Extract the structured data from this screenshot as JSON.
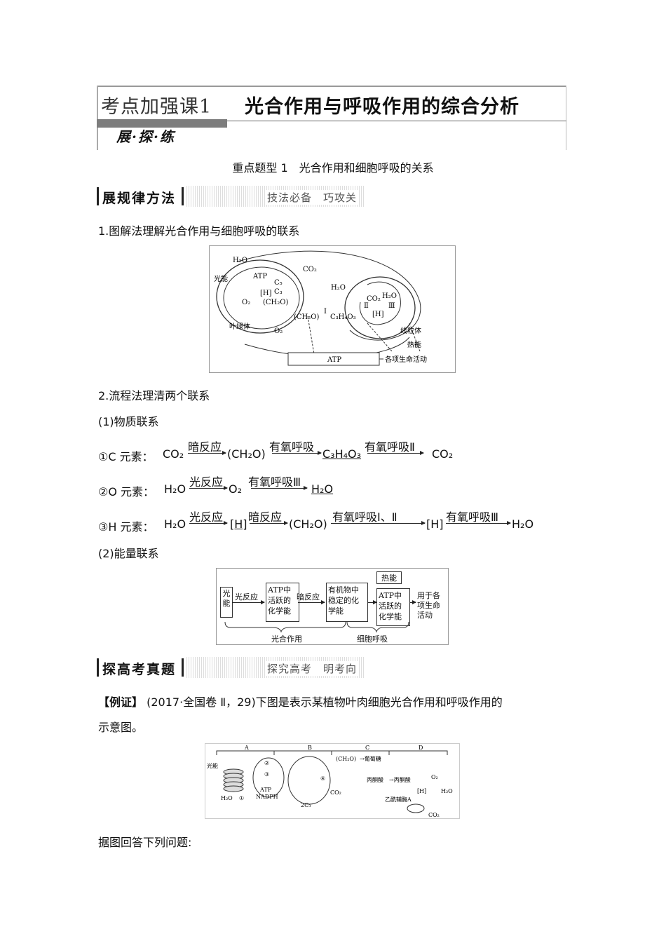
{
  "banner": {
    "title_prefix": "考点加强课1",
    "title_main": "光合作用与呼吸作用的综合分析",
    "subtitle": "展·探·练"
  },
  "topic_title": "重点题型 1　光合作用和细胞呼吸的关系",
  "section1": {
    "label": "展规律方法",
    "sub": "技法必备　巧攻关"
  },
  "item1_title": "1.图解法理解光合作用与细胞呼吸的联系",
  "fig1": {
    "labels": [
      "H₂O",
      "CO₂",
      "ATP",
      "C₅",
      "C₃",
      "光能",
      "[H]",
      "O₂",
      "(CH₂O)",
      "(CH₂O)",
      "Ⅰ",
      "C₃H₄O₃",
      "H₂O",
      "Ⅱ",
      "CO₂",
      "H₂O",
      "Ⅲ",
      "[H]",
      "叶绿体",
      "O₂",
      "线粒体",
      "热能",
      "ATP",
      "各项生命活动"
    ]
  },
  "item2_title": "2.流程法理清两个联系",
  "sub1": "(1)物质联系",
  "eq_c": {
    "lead": "①C 元素：",
    "a": "CO₂",
    "r1": "暗反应",
    "b": "(CH₂O)",
    "r2": "有氧呼吸",
    "c": "C₃H₄O₃",
    "r3": "有氧呼吸Ⅱ",
    "d": "CO₂"
  },
  "eq_o": {
    "lead": "②O 元素：",
    "a": "H₂O",
    "r1": "光反应",
    "b": "O₂",
    "r2": "有氧呼吸Ⅲ",
    "c": "H₂O"
  },
  "eq_h": {
    "lead": "③H 元素：",
    "a": "H₂O",
    "r1": "光反应",
    "b": "[H]",
    "r2": "暗反应",
    "c": "(CH₂O)",
    "r3": "有氧呼吸Ⅰ、Ⅱ",
    "d": "[H]",
    "r4": "有氧呼吸Ⅲ",
    "e": "H₂O"
  },
  "sub2": "(2)能量联系",
  "fig2": {
    "box1": "光能",
    "arrow1": "光反应",
    "box2": "ATP中活跃的化学能",
    "arrow2": "暗反应",
    "box3": "有机物中稳定的化学能",
    "box_heat": "热能",
    "box4": "ATP中活跃的化学能",
    "end": "用于各项生命活动",
    "brace1": "光合作用",
    "brace2": "细胞呼吸"
  },
  "section2": {
    "label": "探高考真题",
    "sub": "探究高考　明考向"
  },
  "example": {
    "tag": "【例证】",
    "text1": "(2017·全国卷 Ⅱ，29)下图是表示某植物叶肉细胞光合作用和呼吸作用的",
    "text2": "示意图。"
  },
  "fig3": {
    "letters": [
      "A",
      "B",
      "C",
      "D"
    ],
    "labels": [
      "光能",
      "②",
      "③",
      "ATP",
      "NADPH",
      "H₂O",
      "①",
      "(CH₂O)",
      "→葡萄糖",
      "④",
      "CO₂",
      "2C₃",
      "丙酮酸",
      "→丙酮酸",
      "O₂",
      "[H]",
      "H₂O",
      "乙酰辅酶A",
      "CO₂"
    ]
  },
  "closing": "据图回答下列问题:"
}
